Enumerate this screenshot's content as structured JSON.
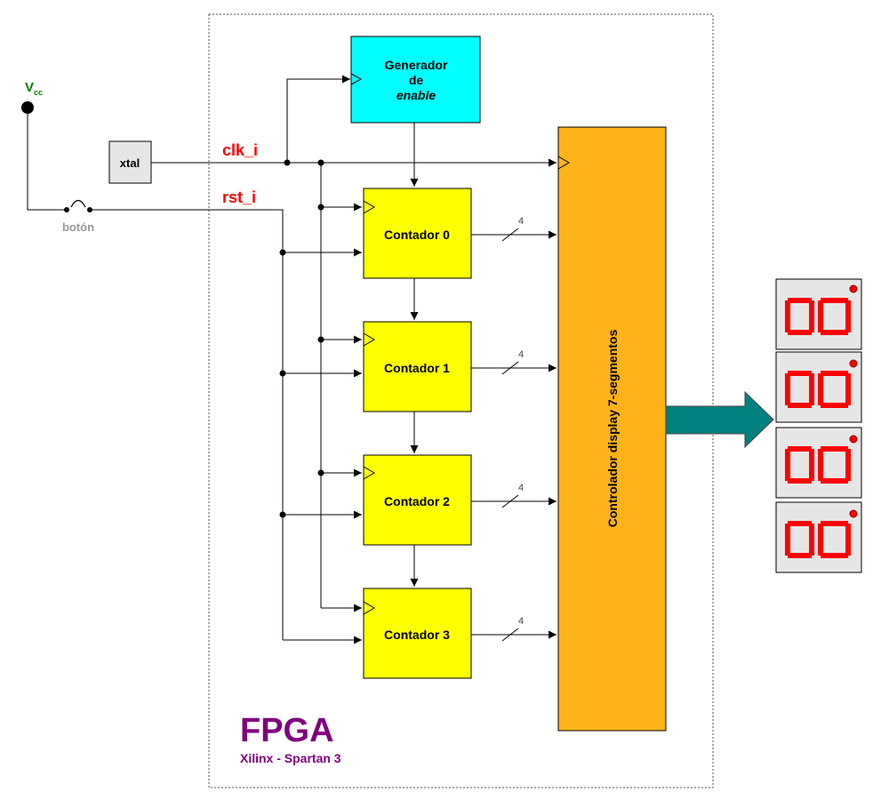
{
  "fpga": {
    "title": "FPGA",
    "subtitle": "Xilinx - Spartan 3"
  },
  "power": {
    "label": "V",
    "sub": "cc"
  },
  "crystal": {
    "label": "xtal"
  },
  "button": {
    "label": "botón"
  },
  "signals": {
    "clk": "clk_i",
    "rst": "rst_i"
  },
  "enable_generator": {
    "line1": "Generador",
    "line2": "de",
    "line3": "enable"
  },
  "counters": [
    {
      "label": "Contador 0",
      "bus_width": "4"
    },
    {
      "label": "Contador 1",
      "bus_width": "4"
    },
    {
      "label": "Contador 2",
      "bus_width": "4"
    },
    {
      "label": "Contador 3",
      "bus_width": "4"
    }
  ],
  "controller": {
    "label": "Controlador display 7-segmentos"
  },
  "display": {
    "digits": 4
  },
  "colors": {
    "enable_block": "#00ffff",
    "counter_block": "#ffff00",
    "controller_block": "#ffb31a",
    "signal_text": "#ff0000",
    "fpga_text": "#800080",
    "vcc_text": "#008000",
    "output_arrow": "#008080",
    "segment": "#ff0000",
    "display_bg": "#e6e6e6"
  }
}
